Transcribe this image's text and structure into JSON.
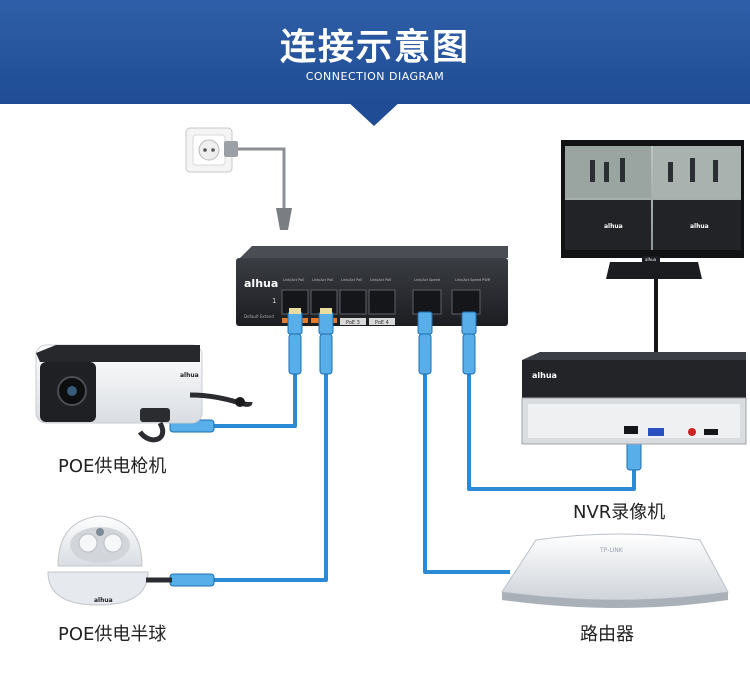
{
  "header": {
    "title": "连接示意图",
    "subtitle": "CONNECTION DIAGRAM"
  },
  "devices": {
    "bullet_camera": {
      "label": "POE供电枪机"
    },
    "dome_camera": {
      "label": "POE供电半球"
    },
    "nvr": {
      "label": "NVR录像机"
    },
    "router": {
      "label": "路由器"
    },
    "switch": {
      "brand": "alhua",
      "port_label": "1",
      "mode_label": "Default  Extend",
      "port_headers": [
        "Link/Act  PoE",
        "Link/Act  PoE",
        "Link/Act  PoE",
        "Link/Act  PoE",
        "Link/Act  Speed",
        "Link/Act  Speed  PWR"
      ],
      "port_tags": [
        "PoE 3",
        "PoE 4"
      ]
    },
    "monitor": {
      "brand": "alhua"
    },
    "nvr_brand": "alhua",
    "dome_brand": "alhua",
    "router_brand": "TP-LINK"
  },
  "colors": {
    "banner": "#1f4c94",
    "cable": "#2a8ad6",
    "cable_light": "#58aee8",
    "device_dark": "#2b2d31"
  }
}
